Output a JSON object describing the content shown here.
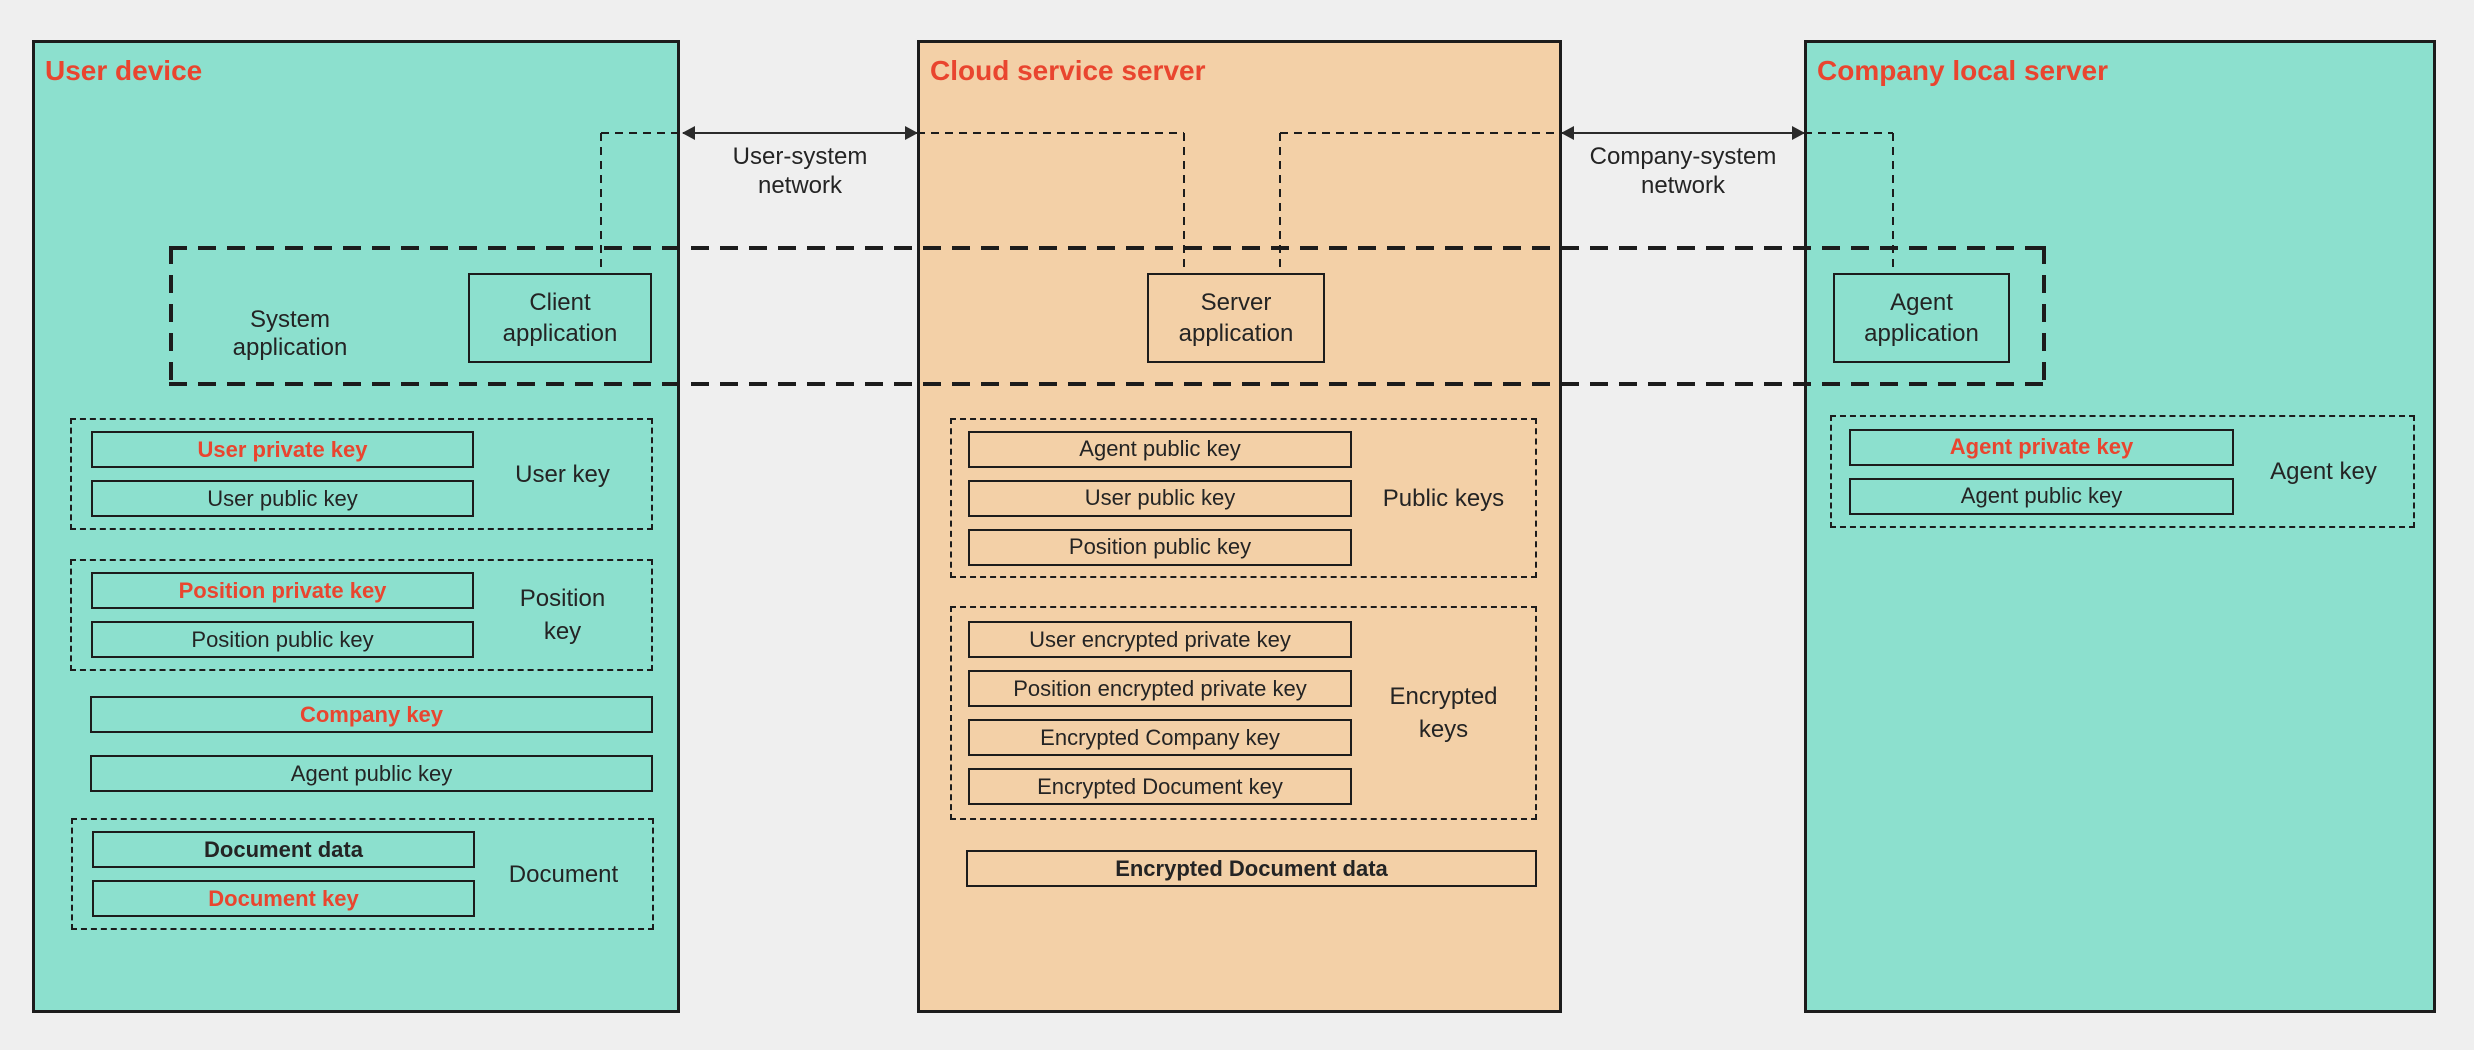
{
  "colors": {
    "background": "#efefef",
    "panel_teal": "#8ce0ce",
    "panel_orange": "#f3d0a7",
    "accent_red": "#e9452f",
    "line_dark": "#1c1c1c"
  },
  "panels": {
    "user_device": {
      "title": "User device",
      "user_key_group": {
        "label": "User key",
        "items": [
          "User private key",
          "User public key"
        ]
      },
      "position_key_group": {
        "label": "Position\nkey",
        "items": [
          "Position private key",
          "Position public key"
        ]
      },
      "company_key_box": "Company key",
      "agent_public_key_box": "Agent public key",
      "document_group": {
        "label": "Document",
        "items": [
          "Document data",
          "Document key"
        ]
      }
    },
    "cloud_service_server": {
      "title": "Cloud service server",
      "public_keys_group": {
        "label": "Public keys",
        "items": [
          "Agent public key",
          "User public key",
          "Position public key"
        ]
      },
      "encrypted_keys_group": {
        "label": "Encrypted\nkeys",
        "items": [
          "User encrypted private key",
          "Position encrypted private key",
          "Encrypted Company key",
          "Encrypted Document key"
        ]
      },
      "encrypted_document_data_box": "Encrypted Document data"
    },
    "company_local_server": {
      "title": "Company local server",
      "agent_key_group": {
        "label": "Agent key",
        "items": [
          "Agent private key",
          "Agent public key"
        ]
      }
    }
  },
  "system_application": {
    "label": "System application"
  },
  "applications": {
    "client": "Client\napplication",
    "server": "Server\napplication",
    "agent": "Agent\napplication"
  },
  "networks": {
    "user_system": "User-system\nnetwork",
    "company_system": "Company-system\nnetwork"
  }
}
